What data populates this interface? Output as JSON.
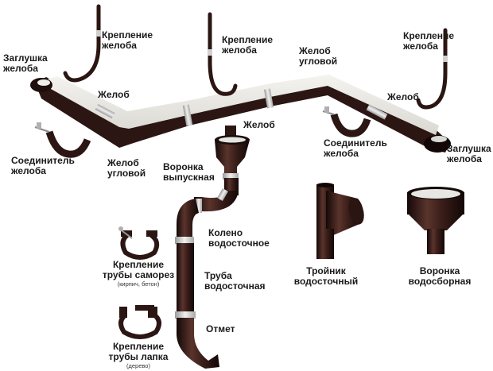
{
  "labels": {
    "zaglushka_left": "Заглушка\nжелоба",
    "kreplenie_1": "Крепление\nжелоба",
    "kreplenie_2": "Крепление\nжелоба",
    "kreplenie_3": "Крепление\nжелоба",
    "zhelob_uglovoy_top": "Желоб\nугловой",
    "zhelob_1": "Желоб",
    "zhelob_2": "Желоб",
    "zhelob_3": "Желоб",
    "soedinitel_left": "Соединитель\nжелоба",
    "zhelob_uglovoy_bottom": "Желоб\nугловой",
    "soedinitel_right": "Соединитель\nжелоба",
    "zaglushka_right": "Заглушка\nжелоба",
    "voronka_vypusknaya": "Воронка\nвыпускная",
    "koleno": "Колено\nводосточное",
    "truba": "Труба\nводосточная",
    "otmet": "Отмет",
    "kreplenie_samorez": "Крепление\nтрубы саморез",
    "kreplenie_samorez_note": "(кирпич, бетон)",
    "kreplenie_lapka": "Крепление\nтрубы лапка",
    "kreplenie_lapka_note": "(дерево)",
    "troynik": "Тройник\nводосточный",
    "voronka_vodosbornaya": "Воронка\nводосборная"
  },
  "colors": {
    "brown": "#2b1613",
    "brown_dark": "#1a0c0a",
    "brown_mid": "#4a2a24",
    "inner": "#ecebe6",
    "silver": "#d4d4d4",
    "label": "#1a1a1a"
  }
}
